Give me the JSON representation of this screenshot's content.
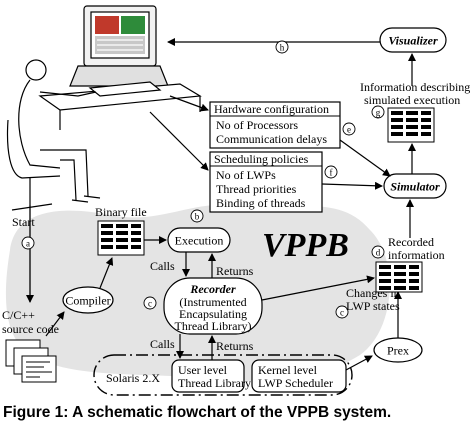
{
  "labels": {
    "start": "Start",
    "source_code": "C/C++ source code",
    "source_code_l1": "C/C++",
    "source_code_l2": "source code",
    "compiler": "Compiler",
    "binary_file": "Binary file",
    "execution": "Execution",
    "calls_upper": "Calls",
    "returns_upper": "Returns",
    "recorder_title": "Recorder",
    "recorder_l1": "(Instrumented",
    "recorder_l2": "Encapsulating",
    "recorder_l3": "Thread Library)",
    "calls_lower": "Calls",
    "returns_lower": "Returns",
    "solaris": "Solaris 2.X",
    "user_level_l1": "User level",
    "user_level_l2": "Thread Library",
    "kernel_level_l1": "Kernel level",
    "kernel_level_l2": "LWP Scheduler",
    "prex": "Prex",
    "changes_l1": "Changes in",
    "changes_l2": "LWP states",
    "recorded_l1": "Recorded",
    "recorded_l2": "information",
    "vppb": "VPPB",
    "simulator": "Simulator",
    "visualizer": "Visualizer",
    "info_l1": "Information describing",
    "info_l2": "simulated execution",
    "hw_title": "Hardware configuration",
    "hw_item1": "No of Processors",
    "hw_item2": "Communication delays",
    "sched_title": "Scheduling policies",
    "sched_item1": "No of LWPs",
    "sched_item2": "Thread priorities",
    "sched_item3": "Binding of threads",
    "caption": "Figure 1: A schematic flowchart of the VPPB system."
  },
  "step_markers": [
    "a",
    "b",
    "c",
    "d",
    "e",
    "f",
    "g",
    "h"
  ],
  "colors": {
    "background": "#ffffff",
    "shade": "#d9d9d9",
    "ink": "#000000",
    "screen_red": "#c0392b",
    "screen_green": "#2e8b3a"
  }
}
